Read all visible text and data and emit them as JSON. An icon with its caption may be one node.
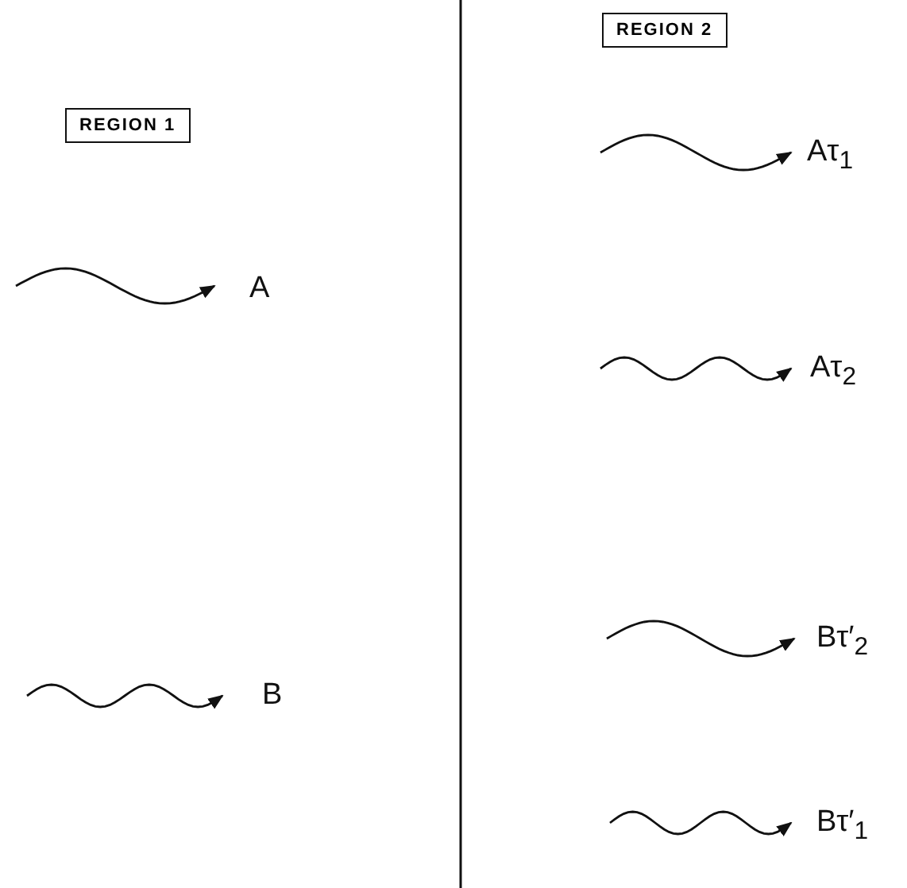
{
  "diagram": {
    "nodes": [
      {
        "text": [
          "REGION 1"
        ]
      },
      {
        "text": [
          "REGION 2"
        ]
      }
    ],
    "labels": [
      "Aτ$_{1}$",
      "A",
      "Aτ$_{2}$",
      "Bτ′$_{2}$",
      "B",
      "Bτ′$_{1}$"
    ]
  }
}
